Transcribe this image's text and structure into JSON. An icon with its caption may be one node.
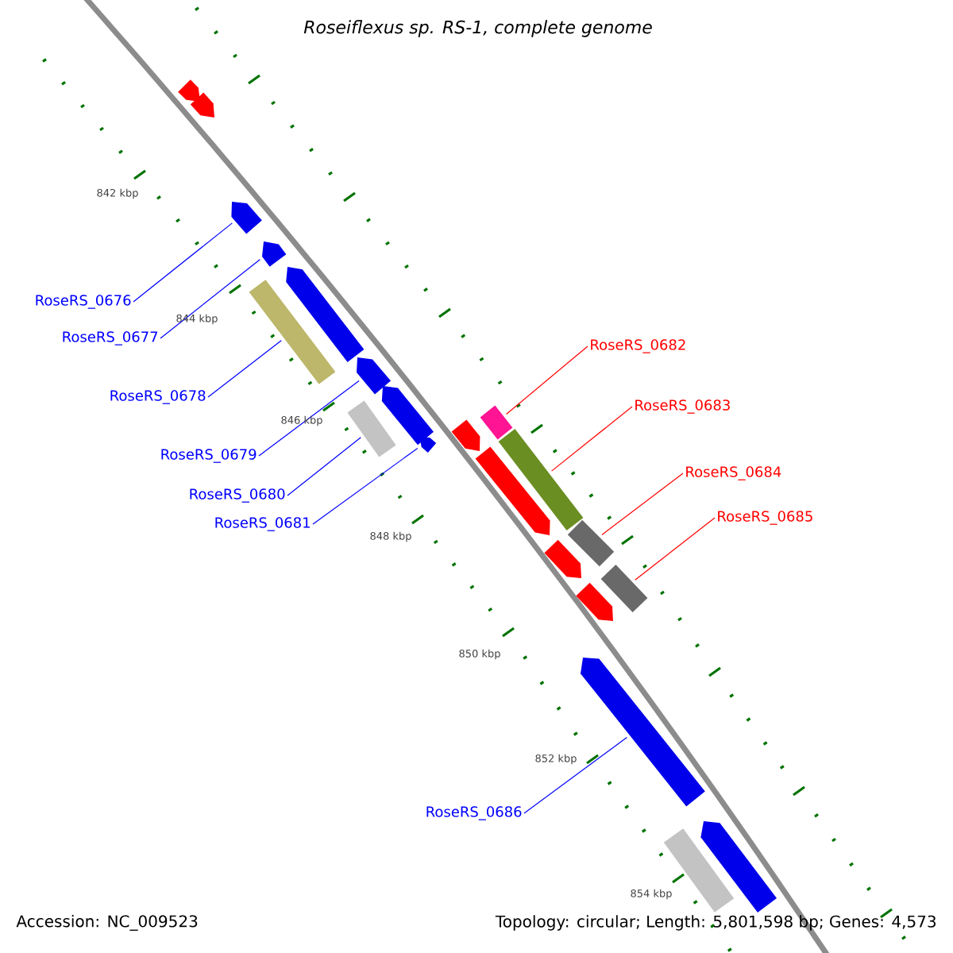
{
  "diagram": {
    "title": "Roseiflexus sp. RS-1, complete genome",
    "nodes": [
      {
        "text": [
          "RoseRS_0676"
        ]
      },
      {
        "text": [
          "RoseRS_0677"
        ]
      },
      {
        "text": [
          "RoseRS_0678"
        ]
      },
      {
        "text": [
          "RoseRS_0679"
        ]
      },
      {
        "text": [
          "RoseRS_0680"
        ]
      },
      {
        "text": [
          "RoseRS_0681"
        ]
      },
      {
        "text": [
          "RoseRS_0682"
        ]
      },
      {
        "text": [
          "RoseRS_0683"
        ]
      },
      {
        "text": [
          "RoseRS_0684"
        ]
      },
      {
        "text": [
          "RoseRS_0685"
        ]
      },
      {
        "text": [
          "RoseRS_0686"
        ]
      },
      {
        "text": [],
        "shape": "arrow"
      },
      {
        "text": [],
        "shape": "arrow"
      },
      {
        "text": [],
        "shape": "arrow"
      },
      {
        "text": [],
        "shape": "arrow"
      },
      {
        "text": [],
        "shape": "arrow"
      },
      {
        "text": [],
        "shape": "bar"
      },
      {
        "text": [],
        "shape": "arrow"
      },
      {
        "text": [],
        "shape": "arrow"
      },
      {
        "text": [],
        "shape": "arrow"
      },
      {
        "text": [],
        "shape": "bar"
      },
      {
        "text": [],
        "shape": "arrow"
      },
      {
        "text": [],
        "shape": "bar"
      },
      {
        "text": [],
        "shape": "arrow"
      },
      {
        "text": [],
        "shape": "bar"
      },
      {
        "text": [],
        "shape": "arrow"
      },
      {
        "text": [],
        "shape": "bar"
      },
      {
        "text": [],
        "shape": "arrow"
      },
      {
        "text": [],
        "shape": "bar"
      },
      {
        "text": [],
        "shape": "arrow"
      },
      {
        "text": [],
        "shape": "arrow"
      },
      {
        "text": [],
        "shape": "bar"
      }
    ],
    "edges": [
      {
        "from": 0,
        "to": 13,
        "arrow": "none"
      },
      {
        "from": 1,
        "to": 14,
        "arrow": "none"
      },
      {
        "from": 2,
        "to": 16,
        "arrow": "none"
      },
      {
        "from": 3,
        "to": 17,
        "arrow": "none"
      },
      {
        "from": 4,
        "to": 20,
        "arrow": "none"
      },
      {
        "from": 5,
        "to": 19,
        "arrow": "none"
      },
      {
        "from": 6,
        "to": 22,
        "arrow": "none",
        "color": "#ff0000"
      },
      {
        "from": 7,
        "to": 24,
        "arrow": "none",
        "color": "#ff0000"
      },
      {
        "from": 8,
        "to": 26,
        "arrow": "none",
        "color": "#ff0000"
      },
      {
        "from": 9,
        "to": 28,
        "arrow": "none",
        "color": "#ff0000"
      },
      {
        "from": 10,
        "to": 29,
        "arrow": "none"
      }
    ],
    "labels": [
      "842 kbp",
      "844 kbp",
      "846 kbp",
      "848 kbp",
      "850 kbp",
      "852 kbp",
      "854 kbp",
      "Accession: NC_009523",
      "Topology: circular; Length: 5,801,598 bp; Genes: 4,573"
    ]
  }
}
